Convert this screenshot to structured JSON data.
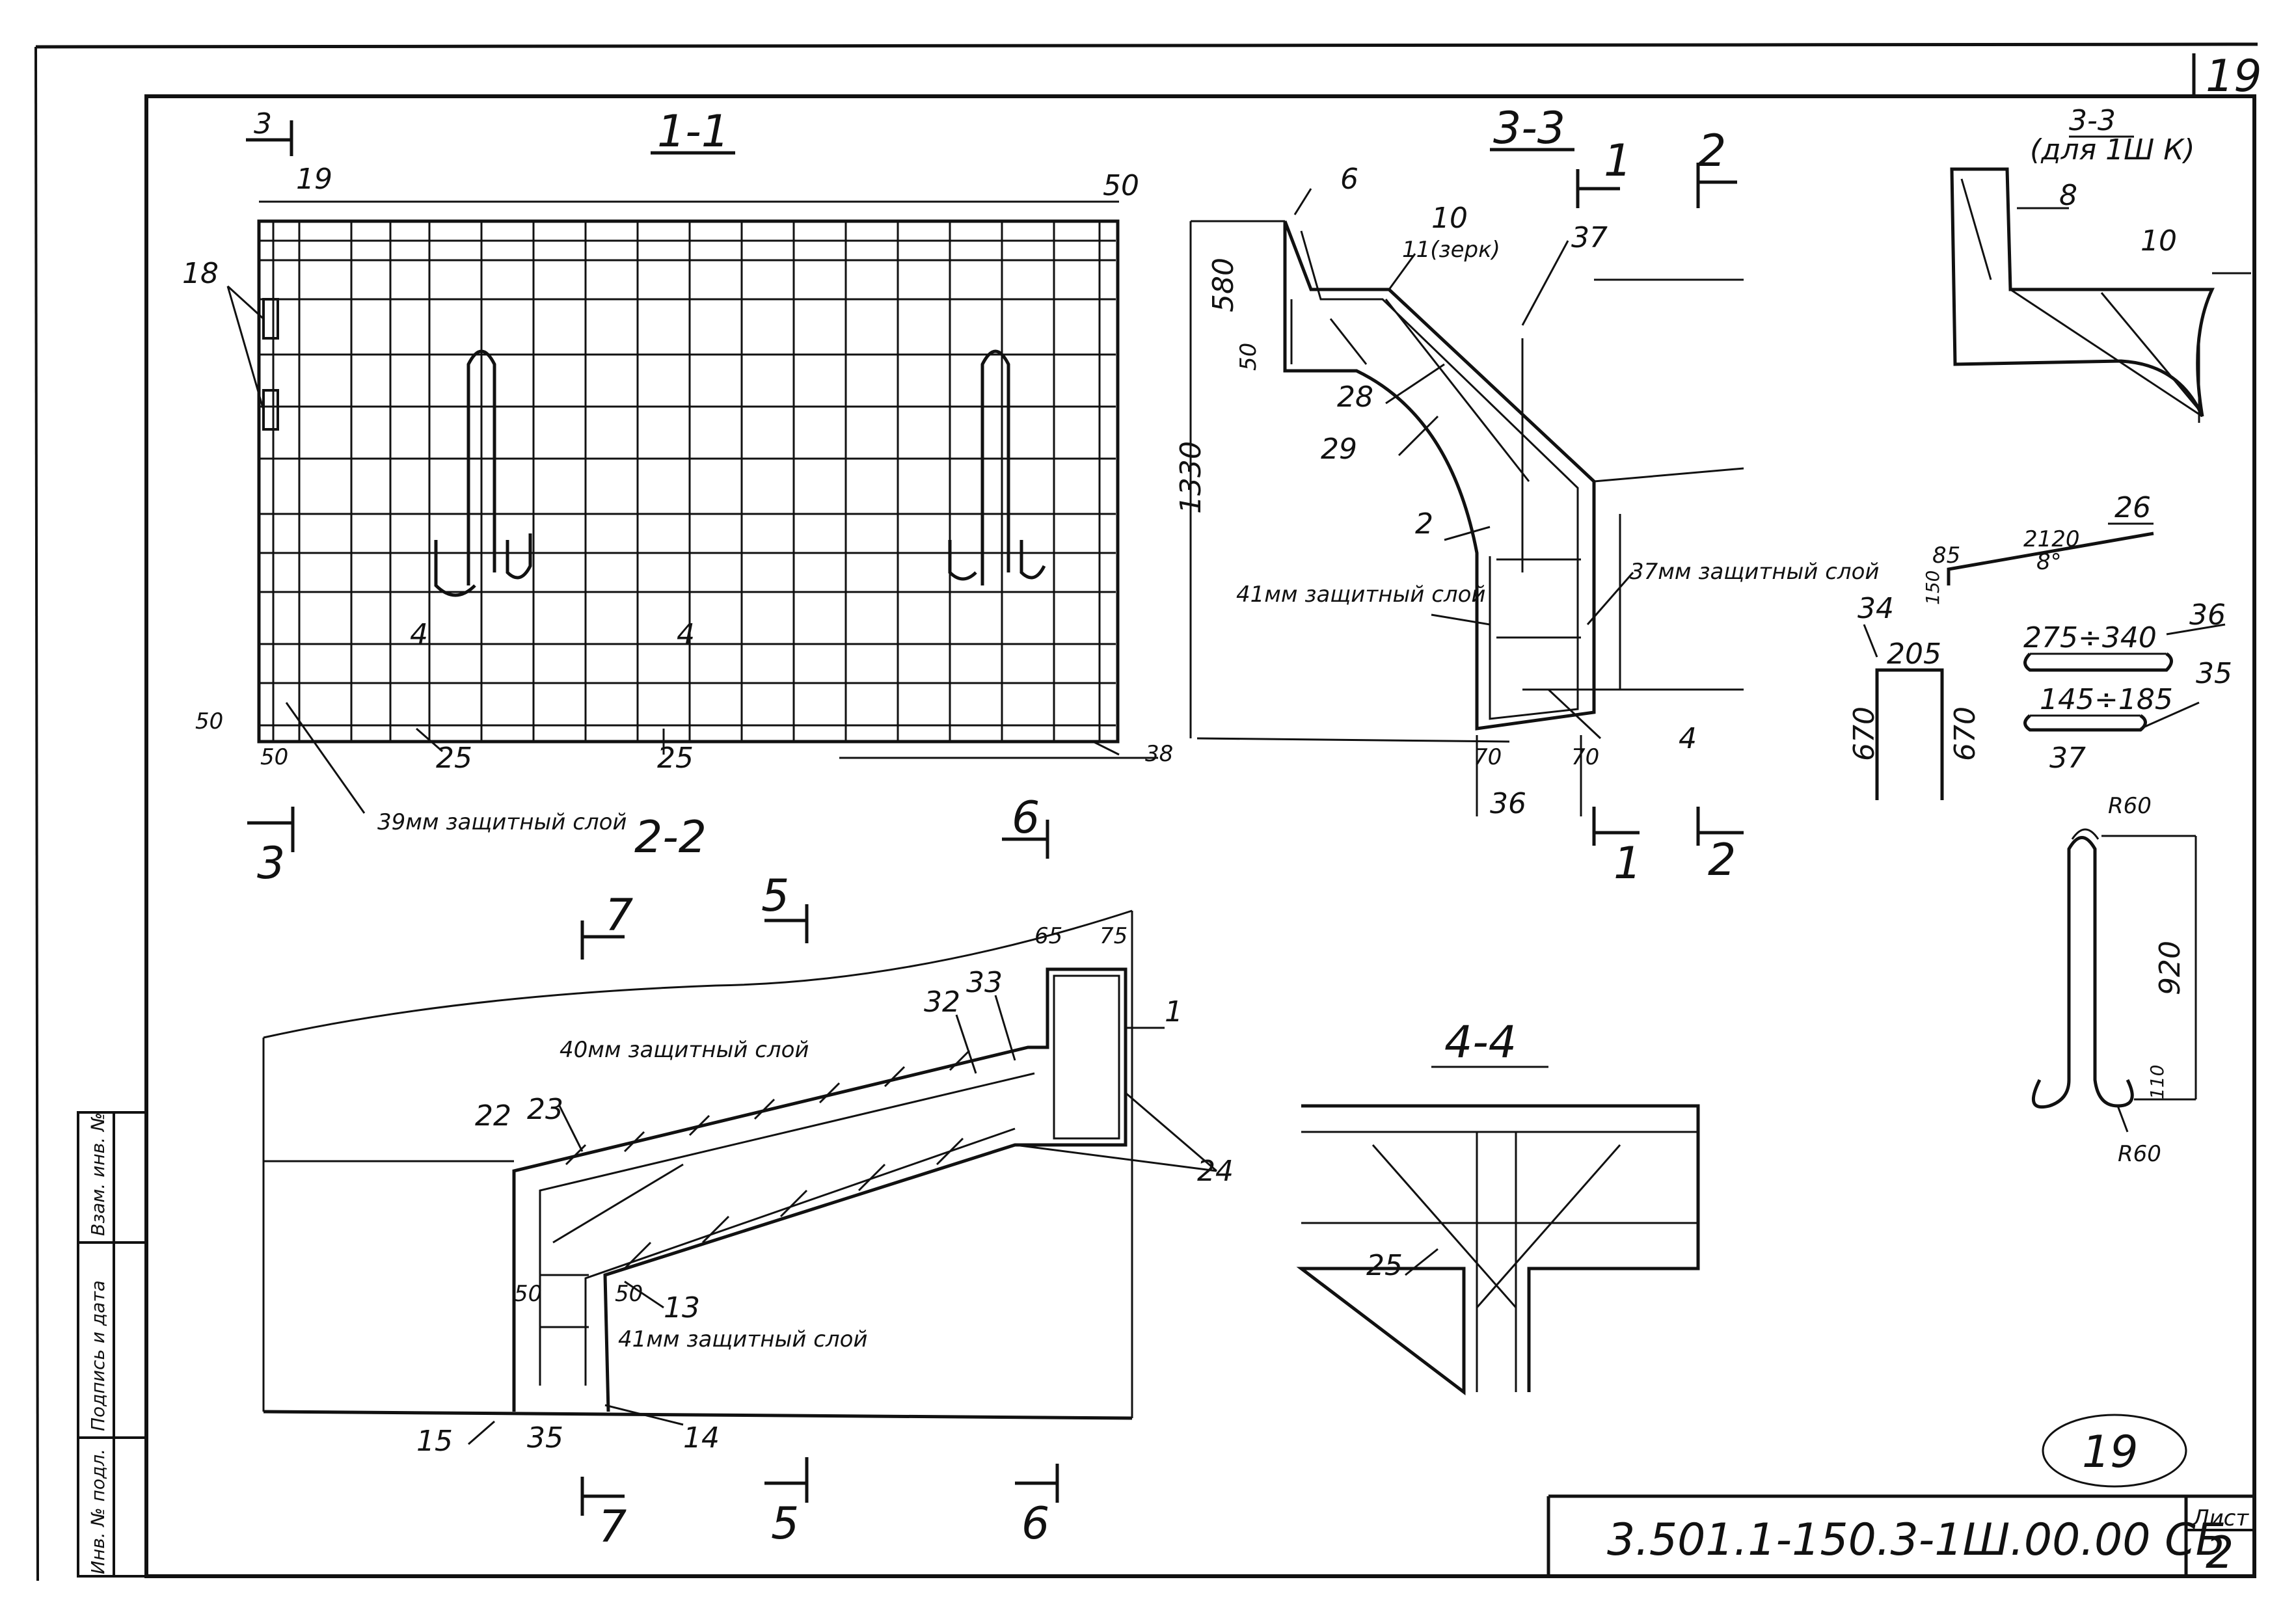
{
  "sheet": {
    "page_number": "19",
    "list_label": "Лист",
    "list_number": "2",
    "doc_code": "3.501.1-150.3-1Ш.00.00 СБ",
    "stamp_number": "19",
    "side_stamp": [
      "Инв. № подл.",
      "Подпись и дата",
      "Взам. инв. №"
    ]
  },
  "view_1_1": {
    "title": "1-1",
    "section_marks": [
      "3",
      "3",
      "4",
      "4",
      "6"
    ],
    "labels": [
      "19",
      "50",
      "18",
      "50",
      "50",
      "25",
      "25",
      "38"
    ],
    "note": "39мм защитный слой"
  },
  "view_3_3": {
    "title": "3-3",
    "section_marks": [
      "1",
      "2",
      "1",
      "2"
    ],
    "labels": [
      "6",
      "10",
      "11(зерк)",
      "37",
      "28",
      "29",
      "2",
      "4",
      "36",
      "70",
      "70",
      "50"
    ],
    "dims": [
      "580",
      "1330"
    ],
    "notes": [
      "41мм защитный слой",
      "37мм защитный слой"
    ]
  },
  "view_3_3_k": {
    "title": "3-3",
    "subtitle": "(для 1Ш К)",
    "labels": [
      "8",
      "10"
    ]
  },
  "view_2_2": {
    "title": "2-2",
    "section_marks": [
      "7",
      "5",
      "7",
      "5",
      "6"
    ],
    "labels": [
      "65",
      "75",
      "1",
      "32",
      "33",
      "22",
      "23",
      "24",
      "13",
      "50",
      "50",
      "15",
      "35",
      "14"
    ],
    "notes": [
      "40мм защитный слой",
      "41мм защитный слой"
    ]
  },
  "view_4_4": {
    "title": "4-4",
    "labels": [
      "25"
    ]
  },
  "bar_details": {
    "bar_26": {
      "mark": "26",
      "dims": [
        "85",
        "2120",
        "8°",
        "150"
      ]
    },
    "bar_34": {
      "mark": "34",
      "dims": [
        "205",
        "670",
        "670"
      ]
    },
    "bar_36": {
      "mark": "36",
      "dims": [
        "275÷340"
      ]
    },
    "bar_35": {
      "mark": "35",
      "dims": [
        "145÷185"
      ]
    },
    "bar_37": {
      "mark": "37",
      "dims": [
        "R60",
        "920",
        "110",
        "R60"
      ]
    }
  }
}
